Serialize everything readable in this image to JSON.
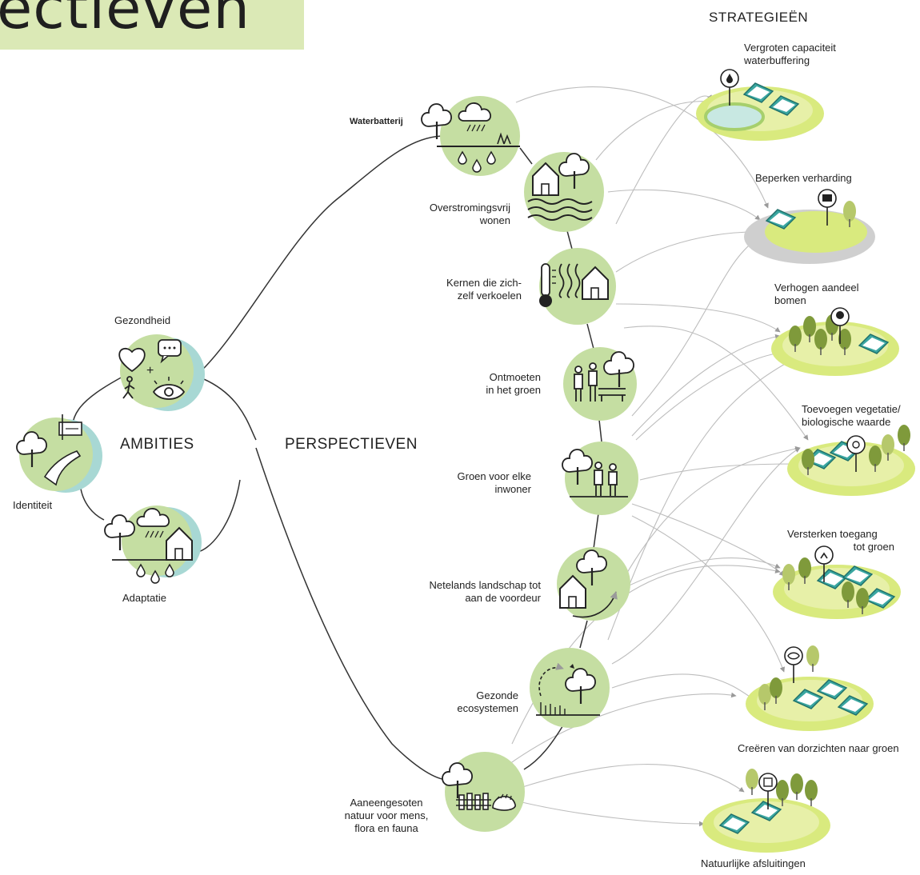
{
  "header": {
    "title_fragment": "ectieven"
  },
  "sections": {
    "ambities": "AMBITIES",
    "perspectieven": "PERSPECTIEVEN",
    "strategieen": "STRATEGIEËN"
  },
  "ambities": [
    {
      "id": "gezondheid",
      "label": "Gezondheid"
    },
    {
      "id": "identiteit",
      "label": "Identiteit"
    },
    {
      "id": "adaptatie",
      "label": "Adaptatie"
    }
  ],
  "perspectieven": [
    {
      "id": "waterbatterij",
      "label_lines": [
        "Waterbatterij"
      ]
    },
    {
      "id": "overstromingsvrij",
      "label_lines": [
        "Overstromingsvrij",
        "wonen"
      ]
    },
    {
      "id": "kernen",
      "label_lines": [
        "Kernen die zich-",
        "zelf verkoelen"
      ]
    },
    {
      "id": "ontmoeten",
      "label_lines": [
        "Ontmoeten",
        "in het groen"
      ]
    },
    {
      "id": "groen-inwoner",
      "label_lines": [
        "Groen voor elke",
        "inwoner"
      ]
    },
    {
      "id": "netelands",
      "label_lines": [
        "Netelands landschap tot",
        "aan de voordeur"
      ]
    },
    {
      "id": "ecosystemen",
      "label_lines": [
        "Gezonde",
        "ecosystemen"
      ]
    },
    {
      "id": "aaneengesloten",
      "label_lines": [
        "Aaneengesoten",
        "natuur voor mens,",
        "flora en fauna"
      ]
    }
  ],
  "strategieen": [
    {
      "id": "waterbuffering",
      "label_lines": [
        "Vergroten capaciteit",
        "waterbuffering"
      ]
    },
    {
      "id": "verharding",
      "label_lines": [
        "Beperken verharding"
      ]
    },
    {
      "id": "bomen",
      "label_lines": [
        "Verhogen aandeel",
        "bomen"
      ]
    },
    {
      "id": "vegetatie",
      "label_lines": [
        "Toevoegen vegetatie/",
        "biologische waarde"
      ]
    },
    {
      "id": "toegang",
      "label_lines": [
        "Versterken toegang",
        "tot groen"
      ]
    },
    {
      "id": "doorzichten",
      "label_lines": [
        "Creëren van dorzichten naar groen"
      ]
    },
    {
      "id": "afsluitingen",
      "label_lines": [
        "Natuurlijke afsluitingen"
      ]
    }
  ],
  "colors": {
    "circle_green": "#c5dea2",
    "circle_light": "#e2efcd",
    "teal_accent": "#a8d8d4",
    "house_teal": "#3aa6a0",
    "tree_dark": "#7f9a3b",
    "tree_light": "#b6c86b",
    "platform_green": "#d9ea7e",
    "platform_gray": "#cfcfcf",
    "connector_gray": "#b9b9b9",
    "line_dark": "#333333",
    "title_bg": "#dbe9b6"
  },
  "icons": [
    "tree-icon",
    "rain-cloud-icon",
    "water-drop-icon",
    "house-icon",
    "wave-icon",
    "thermometer-icon",
    "bench-icon",
    "people-icon",
    "heart-icon",
    "speech-bubble-icon",
    "eye-icon",
    "walker-icon",
    "road-icon",
    "sign-icon",
    "hedgehog-icon",
    "fence-icon",
    "pin-marker-icon"
  ]
}
